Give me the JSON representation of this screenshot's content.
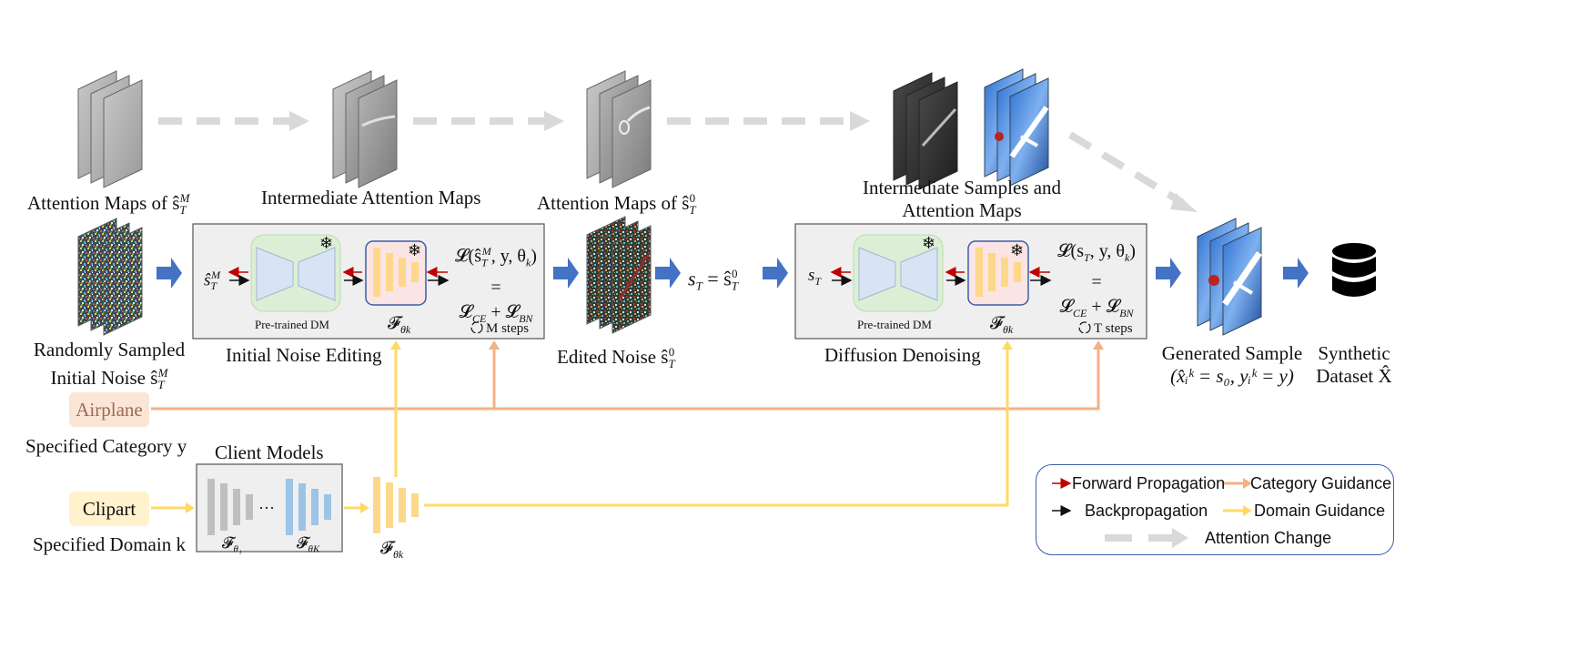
{
  "labels": {
    "attn_maps_start": "Attention Maps of ŝ",
    "attn_maps_start_sup": "M",
    "attn_maps_start_sub": "T",
    "intermediate_attn": "Intermediate Attention Maps",
    "attn_maps_end": "Attention Maps of ŝ",
    "attn_maps_end_sup": "0",
    "attn_maps_end_sub": "T",
    "intermediate_samples_1": "Intermediate Samples and",
    "intermediate_samples_2": "Attention Maps",
    "random_noise_1": "Randomly Sampled",
    "random_noise_2": "Initial Noise ŝ",
    "random_noise_sup": "M",
    "random_noise_sub": "T",
    "initial_noise_editing": "Initial Noise Editing",
    "edited_noise": "Edited Noise ŝ",
    "edited_noise_sup": "0",
    "edited_noise_sub": "T",
    "diffusion_denoising": "Diffusion Denoising",
    "generated_sample_1": "Generated Sample",
    "generated_sample_2": "(x̂ᵢᵏ = s₀, yᵢᵏ = y)",
    "synthetic_1": "Synthetic",
    "synthetic_2": "Dataset X̂",
    "specified_category": "Specified Category y",
    "specified_domain": "Specified Domain k",
    "client_models": "Client Models",
    "airplane": "Airplane",
    "clipart": "Clipart",
    "st_eq": "s",
    "st_eq_rhs": "= ŝ"
  },
  "box1": {
    "input": "ŝ",
    "input_sup": "M",
    "input_sub": "T",
    "dm_label": "Pre-trained DM",
    "f_label": "𝓕",
    "f_sub": "θk",
    "loss_l1": "𝓛(ŝ",
    "loss_l1_b": ", y, θ",
    "loss_l1_c": ")",
    "loss_eq": "=",
    "loss_l3": "𝓛",
    "loss_ce": "CE",
    "loss_plus": " + 𝓛",
    "loss_bn": "BN",
    "steps": "M steps"
  },
  "box2": {
    "input": "s",
    "input_sub": "T",
    "dm_label": "Pre-trained DM",
    "f_label": "𝓕",
    "f_sub": "θk",
    "loss_l1": "𝓛(s",
    "loss_l1_b": ", y, θ",
    "loss_l1_c": ")",
    "loss_eq": "=",
    "loss_l3": "𝓛",
    "loss_ce": "CE",
    "loss_plus": " + 𝓛",
    "loss_bn": "BN",
    "steps": "T steps"
  },
  "client": {
    "f1": "𝓕",
    "f1_sub": "θ₁",
    "dots": "···",
    "fK": "𝓕",
    "fK_sub": "θK",
    "fk": "𝓕",
    "fk_sub": "θk"
  },
  "legend": {
    "forward": "Forward Propagation",
    "category": "Category Guidance",
    "back": "Backpropagation",
    "domain": "Domain Guidance",
    "attention": "Attention Change"
  },
  "colors": {
    "dm_fill": "#dcefd6",
    "dm_stroke": "#b9dca8",
    "trap_fill": "#d8e4f3",
    "f_fill": "#fbe4e4",
    "f_stroke": "#3a5fa8",
    "bars": "#fdd88a",
    "box_fill": "#efefef",
    "category_guidance": "#f4b183",
    "domain_guidance": "#ffd966",
    "forward_arrow": "#c00000",
    "flow_arrow": "#4472c4",
    "attention_arrow": "#d9d9d9",
    "airplane_tag": "#fbe5d6",
    "clipart_tag": "#fff2cc"
  }
}
